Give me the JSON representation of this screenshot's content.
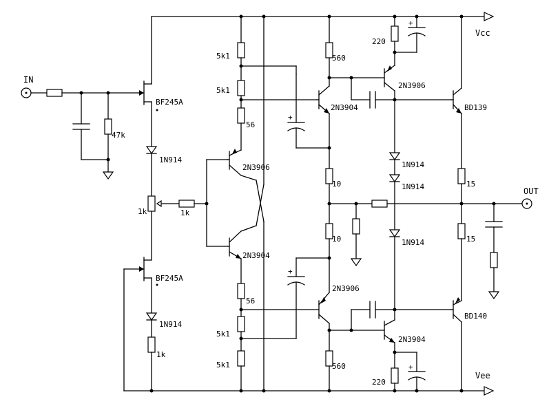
{
  "rails": {
    "vcc": "Vcc",
    "vee": "Vee"
  },
  "ports": {
    "input": "IN",
    "output": "OUT"
  },
  "labels": {
    "r_in_shunt": "47k",
    "jfet_top": "BF245A",
    "jfet_bottom": "BF245A",
    "diode_1": "1N914",
    "diode_2": "1N914",
    "diode_3": "1N914",
    "diode_4": "1N914",
    "diode_5": "1N914",
    "pot": "1k",
    "r_pot_series": "1k",
    "r_jfet_source": "1k",
    "r_5k1_a": "5k1",
    "r_5k1_b": "5k1",
    "r_56_top": "56",
    "r_56_bottom": "56",
    "r_5k1_c": "5k1",
    "r_5k1_d": "5k1",
    "q_pnp_diff": "2N3906",
    "q_npn_diff": "2N3904",
    "r_560_top": "560",
    "r_560_bottom": "560",
    "q_npn_driver_top": "2N3904",
    "q_pnp_driver_bottom": "2N3906",
    "r_10_top": "10",
    "r_10_bottom": "10",
    "q_pnp_vas": "2N3906",
    "q_npn_vas": "2N3904",
    "r_220_top": "220",
    "r_220_bottom": "220",
    "q_out_top": "BD139",
    "q_out_bottom": "BD140",
    "r_15_top": "15",
    "r_15_bottom": "15",
    "cap_plus_1": "+",
    "cap_plus_2": "+",
    "cap_plus_3": "+",
    "cap_plus_4": "+"
  }
}
